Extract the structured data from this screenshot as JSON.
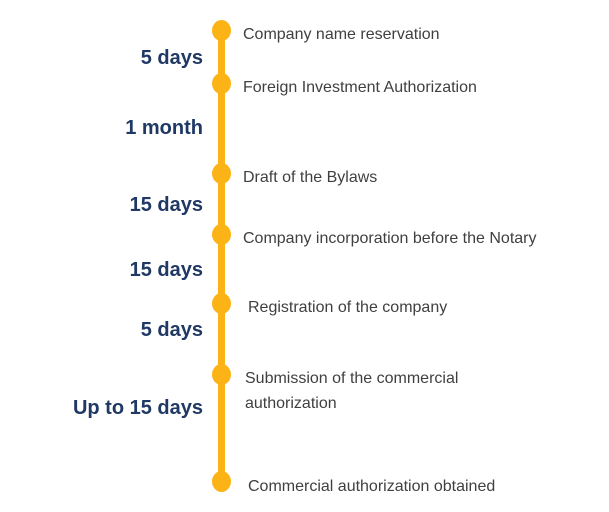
{
  "timeline": {
    "accent_color": "#FCB316",
    "duration_text_color": "#1F3864",
    "step_text_color": "#404040",
    "steps": [
      "Company name reservation",
      "Foreign Investment Authorization",
      "Draft of the Bylaws",
      "Company incorporation before the Notary",
      "Registration of the company",
      "Submission of the commercial authorization",
      "Commercial authorization obtained"
    ],
    "durations": [
      "5 days",
      "1 month",
      "15 days",
      "15 days",
      "5 days",
      "Up to 15 days"
    ]
  }
}
